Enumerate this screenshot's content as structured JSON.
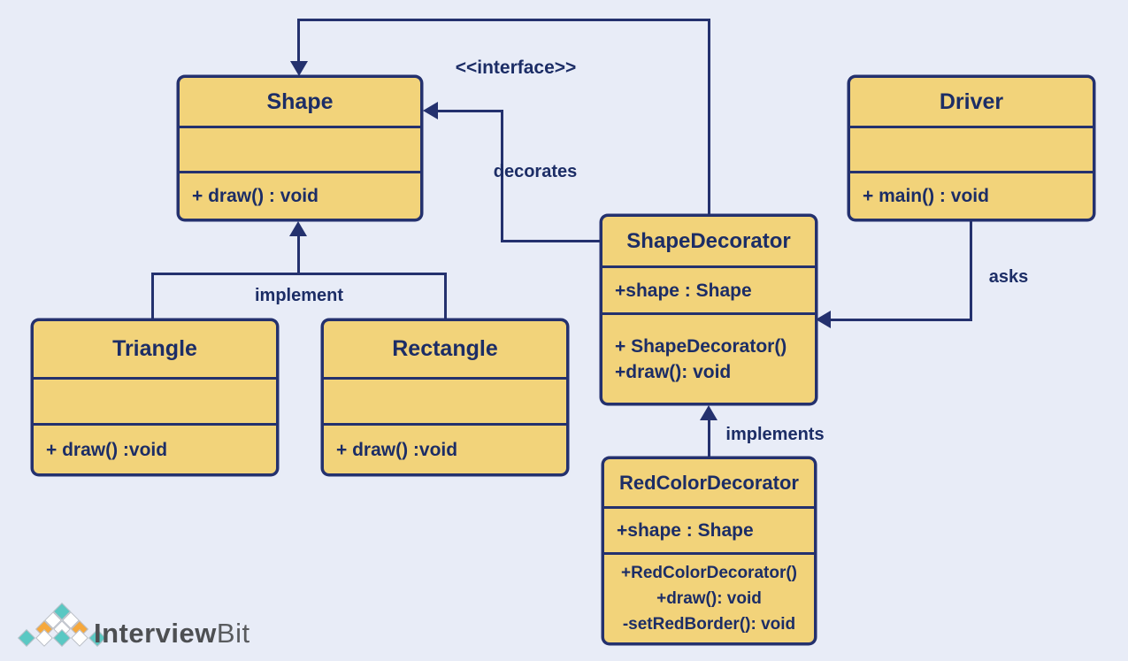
{
  "colors": {
    "background": "#e8ecf7",
    "box_fill": "#f2d37a",
    "outline_navy": "#24316e",
    "text_navy": "#1c2d66"
  },
  "classes": [
    {
      "name": "Shape",
      "attributes": [],
      "methods": [
        "+ draw() : void"
      ]
    },
    {
      "name": "Triangle",
      "attributes": [],
      "methods": [
        "+ draw() :void"
      ]
    },
    {
      "name": "Rectangle",
      "attributes": [],
      "methods": [
        "+ draw() :void"
      ]
    },
    {
      "name": "ShapeDecorator",
      "attributes": [
        "+shape : Shape"
      ],
      "methods": [
        "+ ShapeDecorator()",
        "+draw(): void"
      ]
    },
    {
      "name": "RedColorDecorator",
      "attributes": [
        "+shape : Shape"
      ],
      "methods": [
        "+RedColorDecorator()",
        "+draw(): void",
        "-setRedBorder(): void"
      ]
    },
    {
      "name": "Driver",
      "attributes": [],
      "methods": [
        "+ main() : void"
      ]
    }
  ],
  "labels": {
    "interface_note": "<<interface>>",
    "decorates": "decorates",
    "implement": "implement",
    "implements": "implements",
    "asks": "asks"
  },
  "logo": {
    "brand_bold": "Interview",
    "brand_light": "Bit",
    "tile_colors": {
      "teal": "#5ac8c3",
      "orange": "#f6a83c",
      "white": "#ffffff"
    }
  }
}
